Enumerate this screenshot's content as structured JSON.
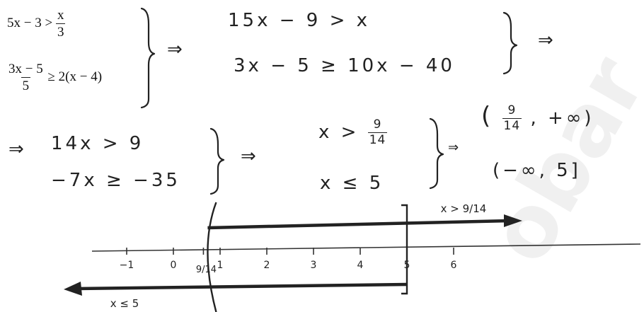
{
  "step1": {
    "ineq1": {
      "left": "5x − 3 >",
      "num": "x",
      "den": "3"
    },
    "ineq2": {
      "num": "3x − 5",
      "den": "5",
      "right": "≥ 2(x − 4)"
    }
  },
  "arrow": "⇒",
  "step2": {
    "line1": "15x − 9 > x",
    "line2": "3x − 5 ≥ 10x − 40"
  },
  "step3": {
    "line1": "14x > 9",
    "line2": "−7x ≥ −35"
  },
  "step4": {
    "line1": {
      "left": "x >",
      "num": "9",
      "den": "14"
    },
    "line2": "x ≤ 5"
  },
  "intervals": {
    "first": {
      "open": "(",
      "num": "9",
      "den": "14",
      "rest": ", +∞)"
    },
    "second": "(−∞, 5]"
  },
  "number_line": {
    "ticks": [
      {
        "value": -1,
        "label": "−1"
      },
      {
        "value": 0,
        "label": "0"
      },
      {
        "value": 1,
        "label": "1"
      },
      {
        "value": 2,
        "label": "2"
      },
      {
        "value": 3,
        "label": "3"
      },
      {
        "value": 4,
        "label": "4"
      },
      {
        "value": 5,
        "label": "5"
      },
      {
        "value": 6,
        "label": "6"
      }
    ],
    "special_point": {
      "value": 0.643,
      "label": "9/14"
    },
    "upper_arrow_label": "x > 9/14",
    "lower_arrow_label": "x ≤ 5"
  },
  "watermark": "obar"
}
